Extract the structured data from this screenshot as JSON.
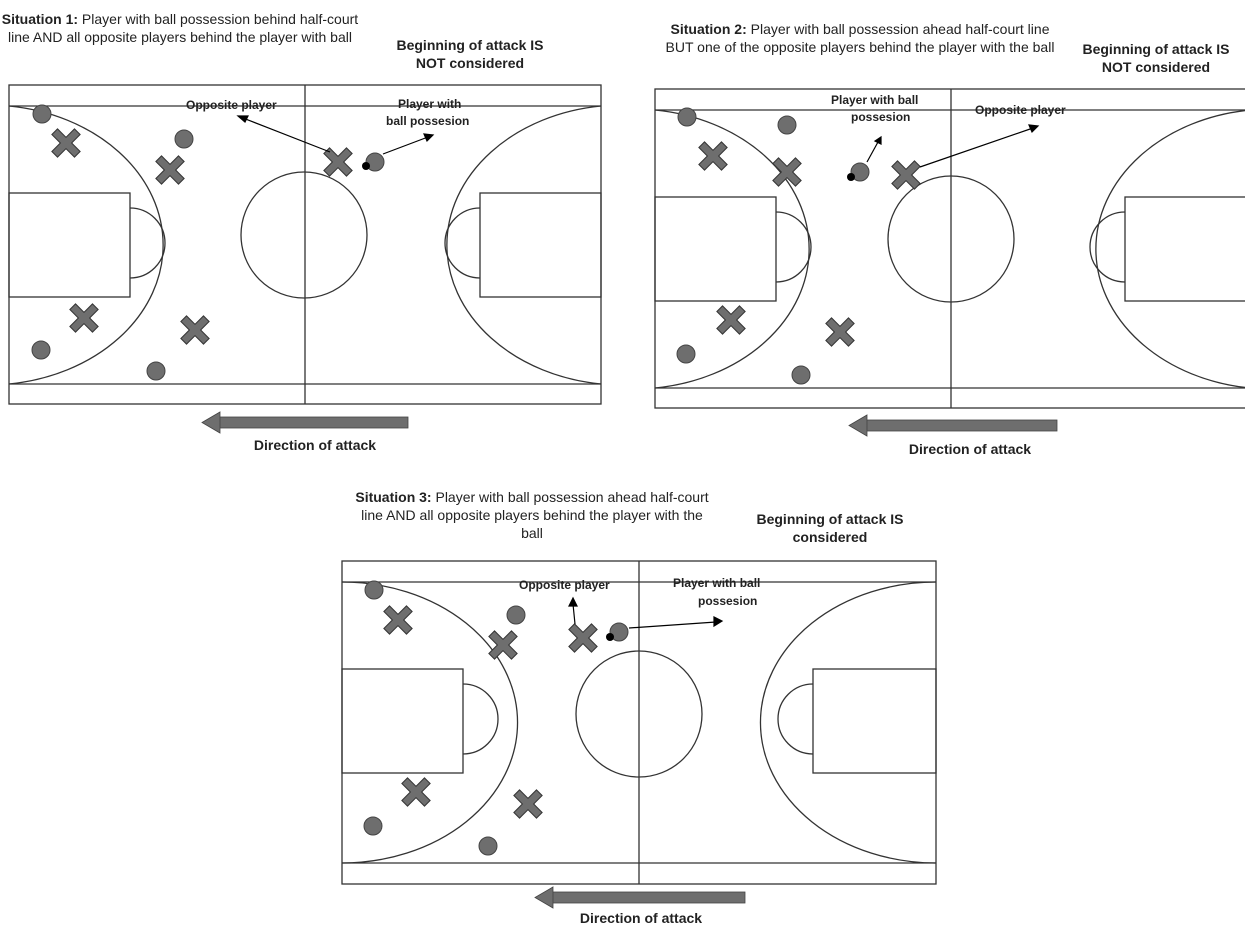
{
  "colors": {
    "player": "#6e6e6e",
    "arrow": "#6e6e6e",
    "line": "#333333"
  },
  "situations": [
    {
      "title": "Situation 1:",
      "description": "Player with ball possession behind half-court line AND all opposite players behind the player with ball",
      "verdict": "Beginning  of attack IS NOT considered",
      "opposite_label": "Opposite player",
      "ball_label": "Player with ball possesion",
      "direction_label": "Direction of attack"
    },
    {
      "title": "Situation 2:",
      "description": "Player with ball possession ahead half-court line BUT one of the opposite players behind the player with the ball",
      "verdict": "Beginning  of attack IS NOT considered",
      "opposite_label": "Opposite player",
      "ball_label": "Player with ball possesion",
      "direction_label": "Direction of attack"
    },
    {
      "title": "Situation 3:",
      "description": "Player with ball possession ahead half-court line AND all opposite players behind the player with the ball",
      "verdict": "Beginning  of attack IS considered",
      "opposite_label": "Opposite player",
      "ball_label": "Player with ball possesion",
      "direction_label": "Direction of attack"
    }
  ]
}
